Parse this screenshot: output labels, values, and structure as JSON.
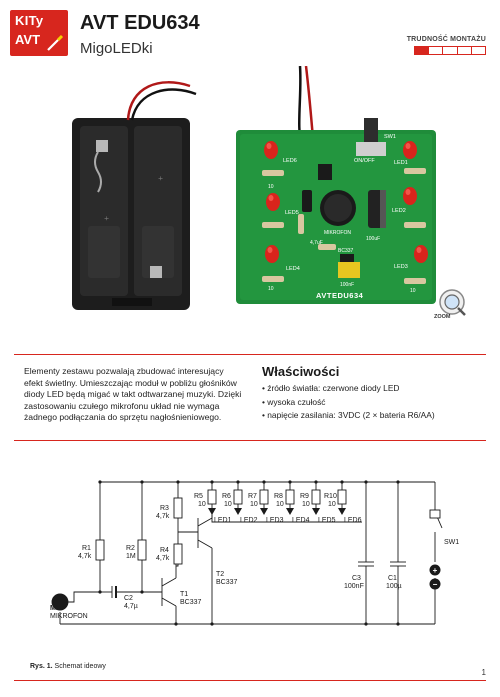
{
  "header": {
    "logo_line1": "KITy",
    "logo_line2": "AVT",
    "code": "AVT EDU634",
    "name": "MigoLEDki",
    "difficulty_label": "TRUDNOŚĆ MONTAŻU",
    "difficulty_level": 1,
    "difficulty_max": 5
  },
  "photo": {
    "pcb_labels": {
      "led6": "LED6",
      "led1": "LED1",
      "led5": "LED5",
      "led2": "LED2",
      "led4": "LED4",
      "led3": "LED3",
      "sw1": "SW1",
      "onoff": "ON/OFF",
      "mikrofon": "MIKROFON",
      "cap1": "100uF",
      "cap2": "4,7uF",
      "bc337": "BC337",
      "cap3": "100nF",
      "board": "AVTEDU634",
      "r_val": "10",
      "plus": "+"
    },
    "zoom_label": "ZOOM"
  },
  "description": "Elementy zestawu pozwalają zbudować interesujący efekt świetlny. Umieszczając moduł w pobliżu głośników diody LED będą migać w takt odtwarzanej muzyki. Dzięki zastosowaniu czułego mikrofonu układ nie wymaga żadnego podłączania do sprzętu nagłośnieniowego.",
  "features": {
    "title": "Właściwości",
    "items": [
      "źródło światła:  czerwone diody LED",
      "wysoka czułość",
      "napięcie zasilania: 3VDC (2 × bateria R6/AA)"
    ]
  },
  "schematic": {
    "r1": "R1",
    "r1v": "4,7k",
    "r2": "R2",
    "r2v": "1M",
    "r3": "R3",
    "r3v": "4,7k",
    "r4": "R4",
    "r4v": "4,7k",
    "r5": "R5",
    "r6": "R6",
    "r7": "R7",
    "r8": "R8",
    "r9": "R9",
    "r10": "R10",
    "rled_v": "10",
    "led1": "LED1",
    "led2": "LED2",
    "led3": "LED3",
    "led4": "LED4",
    "led5": "LED5",
    "led6": "LED6",
    "m1": "M1",
    "m1v": "MIKROFON",
    "c2": "C2",
    "c2v": "4,7µ",
    "t1": "T1",
    "t1v": "BC337",
    "t2": "T2",
    "t2v": "BC337",
    "c3": "C3",
    "c3v": "100nF",
    "c1": "C1",
    "c1v": "100µ",
    "sw1": "SW1",
    "plus": "+",
    "minus": "−"
  },
  "caption": {
    "label": "Rys. 1.",
    "text": "Schemat ideowy"
  },
  "page_number": "1"
}
